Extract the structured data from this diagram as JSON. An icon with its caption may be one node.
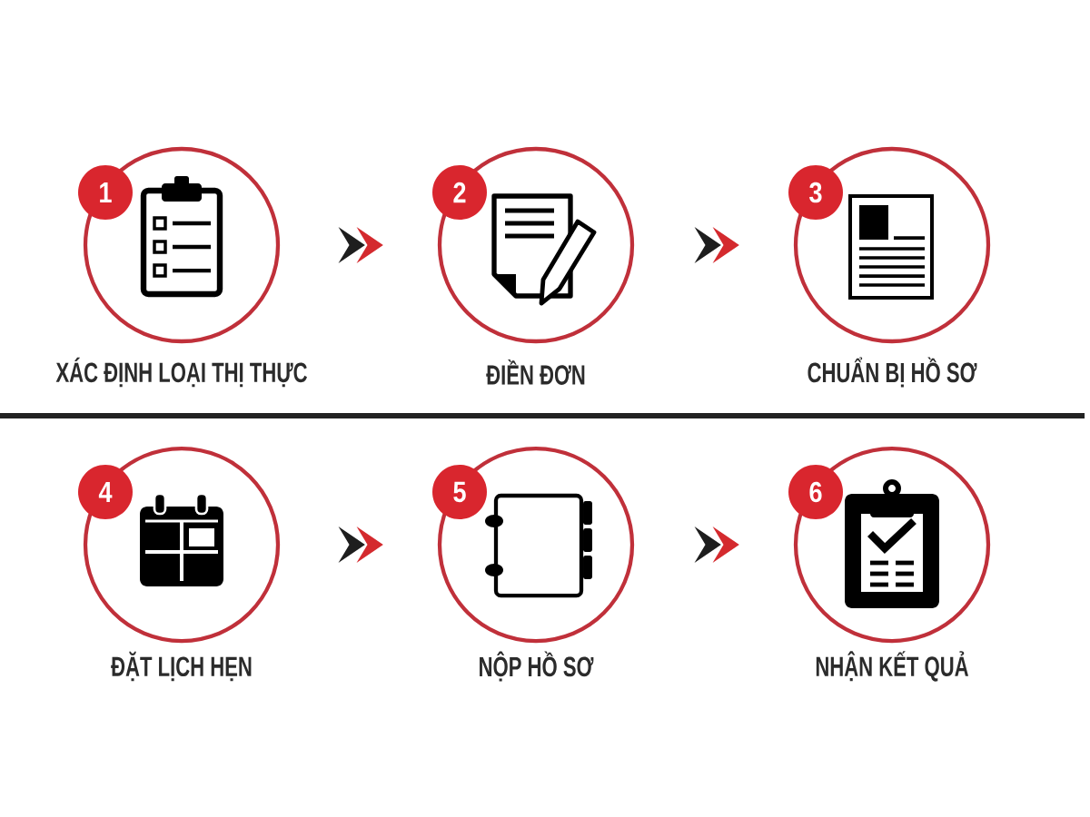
{
  "diagram": {
    "nodes": [
      {
        "text": [
          "1",
          "XÁC ĐỊNH LOẠI THỊ THỰC"
        ]
      },
      {
        "text": [
          "2",
          "ĐIỀN ĐƠN"
        ]
      },
      {
        "text": [
          "3",
          "CHUẨN BỊ HỒ SƠ"
        ]
      },
      {
        "text": [
          "4",
          "ĐẶT LỊCH HẸN"
        ]
      },
      {
        "text": [
          "5",
          "NỘP HỒ SƠ"
        ]
      },
      {
        "text": [
          "6",
          "NHẬN KẾT QUẢ"
        ]
      }
    ],
    "edges": [
      {
        "from": 0,
        "to": 1,
        "arrow": "to"
      },
      {
        "from": 1,
        "to": 2,
        "arrow": "to"
      },
      {
        "from": 3,
        "to": 4,
        "arrow": "to"
      },
      {
        "from": 4,
        "to": 5,
        "arrow": "to"
      }
    ]
  }
}
